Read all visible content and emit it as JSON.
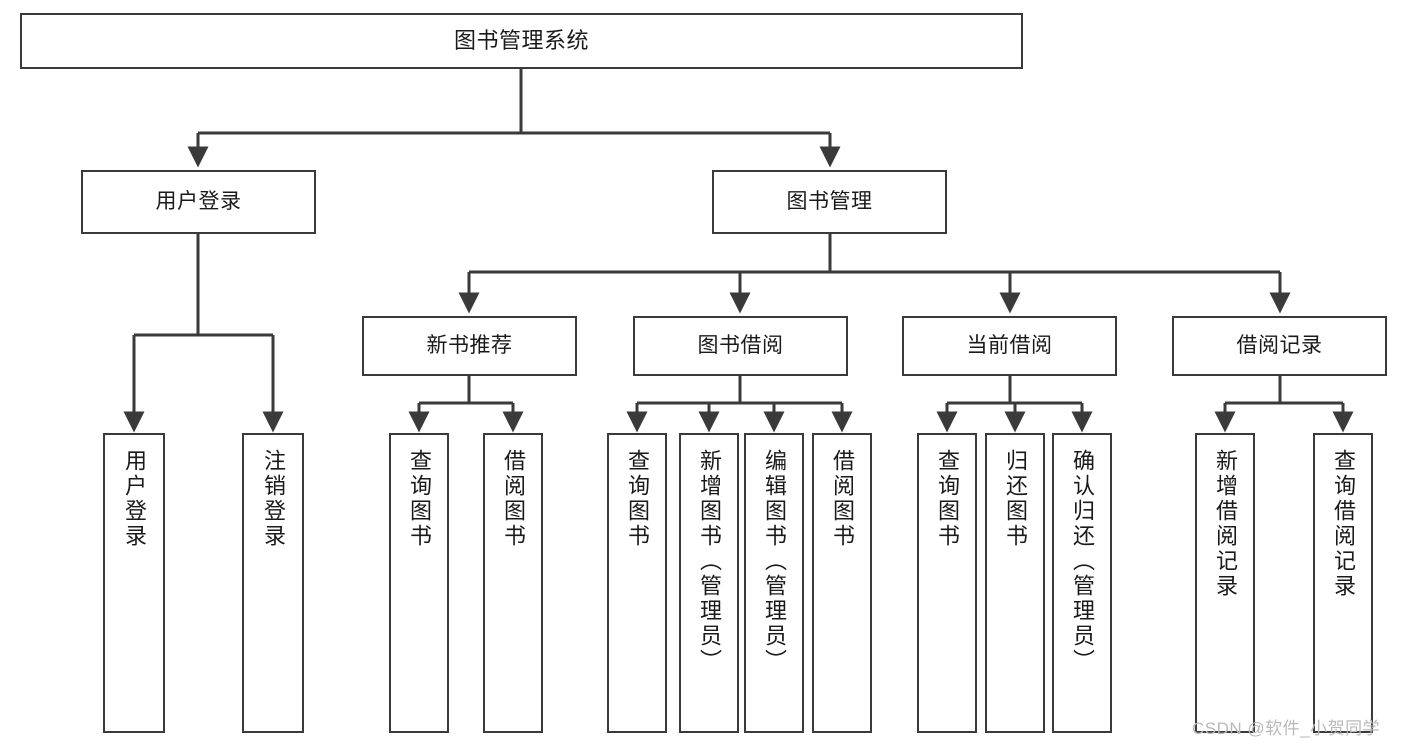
{
  "diagram": {
    "title": "图书管理系统",
    "type": "function-structure-tree",
    "watermark": "CSDN @软件_小贺同学",
    "colors": {
      "background": "#ffffff",
      "node_border": "#3a3a3a",
      "node_fill": "#ffffff",
      "edge": "#3a3a3a",
      "text": "#1a1a1a",
      "watermark": "#b9b9b9"
    },
    "levels": {
      "root": {
        "label": "图书管理系统"
      },
      "level2": [
        {
          "id": "user-login",
          "label": "用户登录"
        },
        {
          "id": "book-manage",
          "label": "图书管理"
        }
      ],
      "level3": [
        {
          "id": "new-book-rec",
          "label": "新书推荐",
          "parent": "book-manage"
        },
        {
          "id": "book-borrow",
          "label": "图书借阅",
          "parent": "book-manage"
        },
        {
          "id": "current-borrow",
          "label": "当前借阅",
          "parent": "book-manage"
        },
        {
          "id": "borrow-record",
          "label": "借阅记录",
          "parent": "book-manage"
        }
      ],
      "leaves": [
        {
          "id": "leaf-user-login",
          "label": "用户登录",
          "parent": "user-login"
        },
        {
          "id": "leaf-logout",
          "label": "注销登录",
          "parent": "user-login"
        },
        {
          "id": "leaf-query-book-1",
          "label": "查询图书",
          "parent": "new-book-rec"
        },
        {
          "id": "leaf-borrow-book-1",
          "label": "借阅图书",
          "parent": "new-book-rec"
        },
        {
          "id": "leaf-query-book-2",
          "label": "查询图书",
          "parent": "book-borrow"
        },
        {
          "id": "leaf-add-book",
          "label": "新增图书（管理员）",
          "parent": "book-borrow"
        },
        {
          "id": "leaf-edit-book",
          "label": "编辑图书（管理员）",
          "parent": "book-borrow"
        },
        {
          "id": "leaf-borrow-book-2",
          "label": "借阅图书",
          "parent": "book-borrow"
        },
        {
          "id": "leaf-query-book-3",
          "label": "查询图书",
          "parent": "current-borrow"
        },
        {
          "id": "leaf-return-book",
          "label": "归还图书",
          "parent": "current-borrow"
        },
        {
          "id": "leaf-confirm-return",
          "label": "确认归还（管理员）",
          "parent": "current-borrow"
        },
        {
          "id": "leaf-add-record",
          "label": "新增借阅记录",
          "parent": "borrow-record"
        },
        {
          "id": "leaf-query-record",
          "label": "查询借阅记录",
          "parent": "borrow-record"
        }
      ]
    }
  }
}
